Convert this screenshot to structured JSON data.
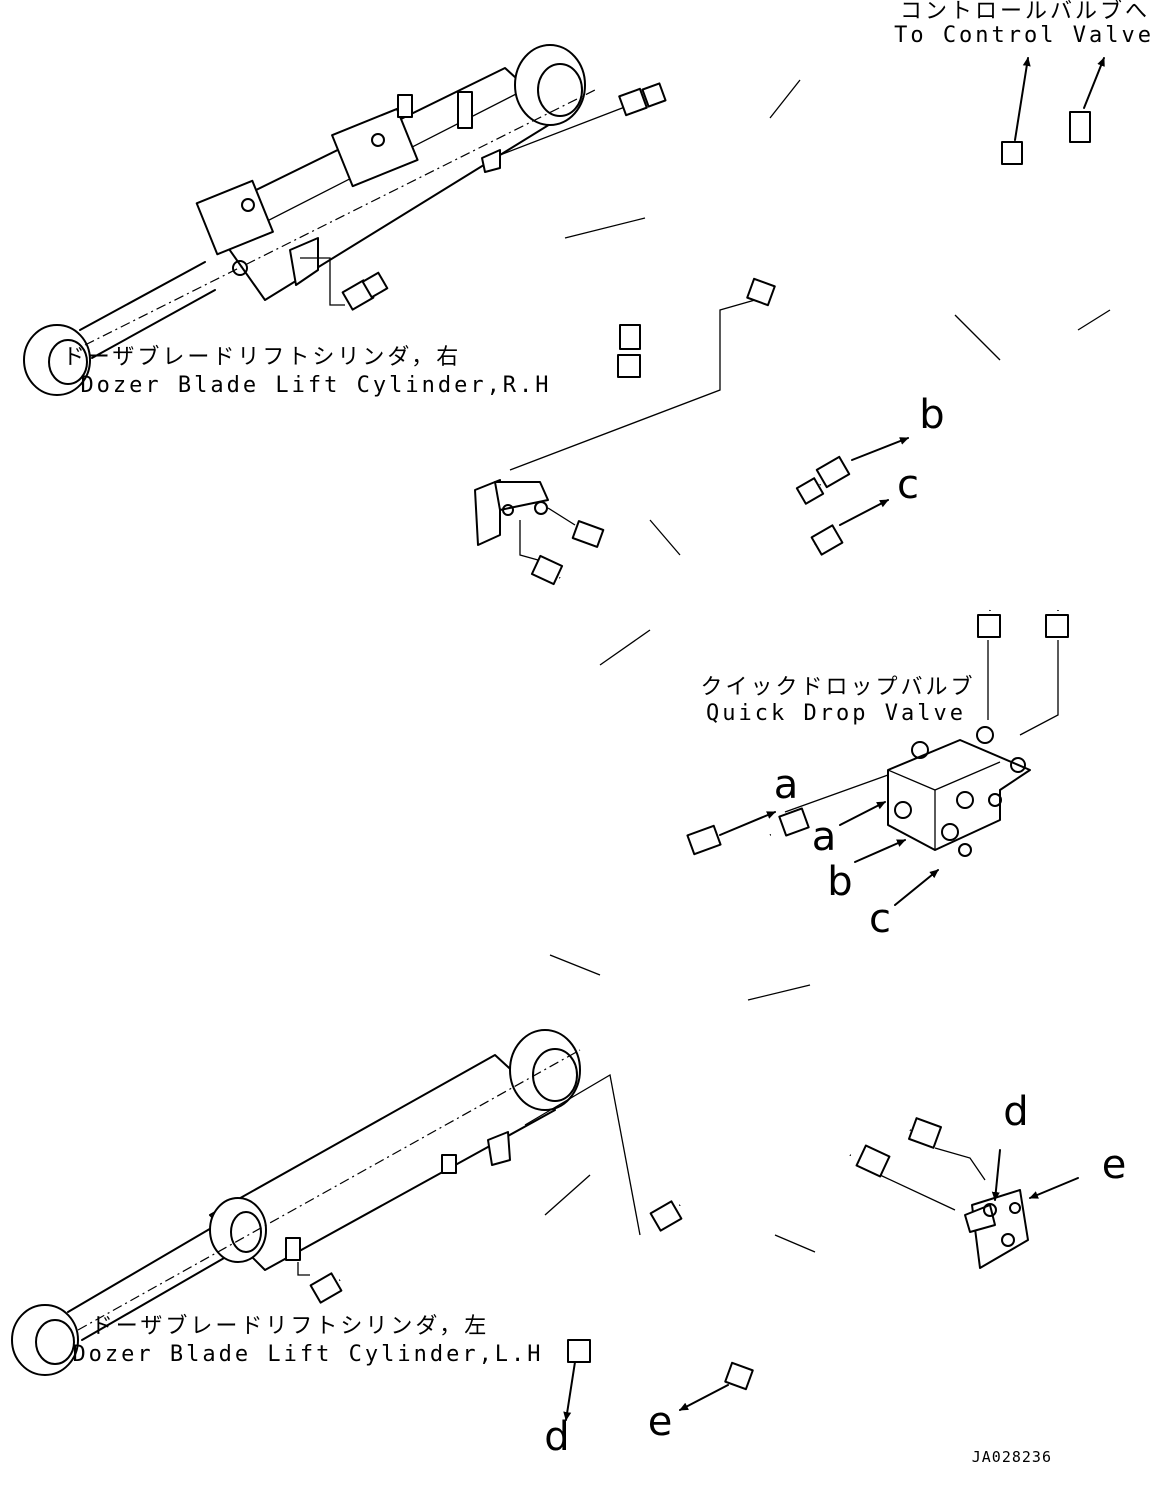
{
  "labels": {
    "control_valve_jp": "コントロールバルブへ",
    "control_valve_en": "To Control Valve",
    "cyl_rh_jp": "ドーザブレードリフトシリンダ，右",
    "cyl_rh_en": "Dozer Blade Lift Cylinder,R.H",
    "quick_drop_jp": "クイックドロップバルブ",
    "quick_drop_en": "Quick Drop Valve",
    "cyl_lh_jp": "ドーザブレードリフトシリンダ，左",
    "cyl_lh_en": "Dozer Blade Lift Cylinder,L.H"
  },
  "connection_letters": {
    "a": "a",
    "b": "b",
    "c": "c",
    "d": "d",
    "e": "e"
  },
  "drawing_code": "JA028236"
}
